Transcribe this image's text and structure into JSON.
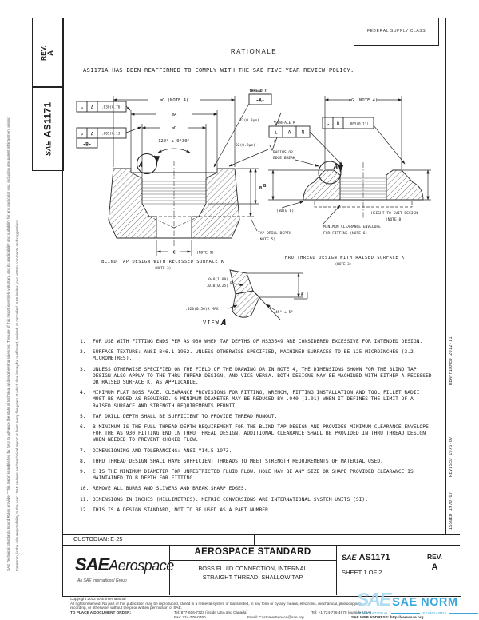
{
  "doc": {
    "federal_supply_class": "FEDERAL SUPPLY CLASS",
    "rationale_title": "RATIONALE",
    "rationale_text": "AS1171A HAS BEEN REAFFIRMED TO COMPLY WITH THE SAE FIVE-YEAR REVIEW POLICY."
  },
  "sidebar": {
    "rev_label": "REV.",
    "rev_value": "A",
    "sae_logo": "SAE",
    "doc_number": "AS1171"
  },
  "margins": {
    "left_line1": "SAE Technical Standards Board Rules provide: \"This report is published by SAE to advance the state of technical and engineering sciences. The use of this report is entirely voluntary, and its applicability and suitability for any particular use, including any patent infringement arising",
    "left_line2": "therefrom, is the sole responsibility of the user.\"  SAE reviews each technical report at least every five years at which time it may be reaffirmed, revised, or cancelled. SAE invites your written comments and suggestions.",
    "stamp_reaffirmed": "REAFFIRMED 2012-11",
    "stamp_revised": "REVISED 1976-07",
    "stamp_issued": "ISSUED 1970-07"
  },
  "drawing": {
    "thread_t": "THREAD T",
    "datum_a_flag": "-A-",
    "finish1": "32(0.8μm)",
    "finish1_sym": "⊥",
    "finish2": "32(0.8μm)",
    "finish2_sym": "C",
    "surface_k": "SURFACE K",
    "fcf_sym": "⊥",
    "fcf_d1": "A",
    "fcf_d2": "N",
    "radius1": "RADIUS OR",
    "radius2": "EDGE BREAK",
    "left": {
      "dim_g": "øG (NOTE 4)",
      "dim_a": "øA",
      "dim_d": "øD",
      "angle": "120° ± 0°30'",
      "datum1_sym": "↗",
      "datum1_ref": "A",
      "datum1_val": ".030(0.76)",
      "datum2_sym": "↗",
      "datum2_ref": "A",
      "datum2_val": ".005(0.13)",
      "datum_b": "-B-",
      "detail": "A",
      "dim_b": "B",
      "dim_c": "C",
      "c_note": "(NOTE 9)",
      "tap1": "TAP DRILL DEPTH",
      "tap2": "(NOTE 5)",
      "title": "BLIND TAP DESIGN WITH RECESSED SURFACE K",
      "note": "(NOTE 3)"
    },
    "right": {
      "dim_g": "øG (NOTE 4)",
      "runout_sym": "↗",
      "runout_ref": "B",
      "runout_val": ".005(0.13)",
      "detail": "A",
      "dim_b": "B",
      "note6": "(NOTE 6)",
      "height1": "HEIGHT TO SUIT DESIGN",
      "height2": "(NOTE 8)",
      "clear1": "MINIMUM CLEARANCE ENVELOPE",
      "clear2": "FOR FITTING (NOTE 6)",
      "title": "THRU THREAD DESIGN WITH RAISED SURFACE K",
      "note": "(NOTE 3)"
    },
    "view": {
      "v1": ".040(1.00)",
      "v2": ".010(0.25)",
      "r": "R",
      "rmax": ".020(0.50)R MAX",
      "angle": "45° ± 5°",
      "e": "E",
      "view": "VIEW",
      "a": "A"
    }
  },
  "notes": [
    {
      "num": "1.",
      "text": "FOR USE WITH FITTING ENDS PER AS 930 WHEN TAP DEPTHS OF MS33649 ARE CONSIDERED EXCESSIVE FOR INTENDED DESIGN."
    },
    {
      "num": "2.",
      "text": "SURFACE TEXTURE:  ANSI B46.1-1962.  UNLESS OTHERWISE SPECIFIED, MACHINED SURFACES TO BE 125 MICROINCHES (3.2 MICROMETRES)."
    },
    {
      "num": "3.",
      "text": "UNLESS OTHERWISE SPECIFIED ON THE FIELD OF THE DRAWING OR IN NOTE 4, THE DIMENSIONS SHOWN FOR THE BLIND TAP DESIGN ALSO APPLY TO THE THRU THREAD DESIGN, AND VICE VERSA.  BOTH DESIGNS MAY BE MACHINED WITH EITHER A RECESSED OR RAISED SURFACE K, AS APPLICABLE."
    },
    {
      "num": "4.",
      "text": "MINIMUM FLAT BOSS FACE.  CLEARANCE PROVISIONS FOR FITTING, WRENCH, FITTING INSTALLATION AND TOOL FILLET RADII MUST BE ADDED AS REQUIRED.  G MINIMUM DIAMETER MAY BE REDUCED BY .040 (1.01) WHEN IT DEFINES THE LIMIT OF A RAISED SURFACE AND STRENGTH REQUIREMENTS PERMIT."
    },
    {
      "num": "5.",
      "text": "TAP DRILL DEPTH SHALL BE SUFFICIENT TO PROVIDE THREAD RUNOUT."
    },
    {
      "num": "6.",
      "text": "B MINIMUM IS THE FULL THREAD DEPTH REQUIREMENT FOR THE BLIND TAP DESIGN AND PROVIDES MINIMUM CLEARANCE ENVELOPE FOR THE AS 930 FITTING END IN THRU THREAD DESIGN.  ADDITIONAL CLEARANCE SHALL BE PROVIDED IN THRU THREAD DESIGN WHEN NEEDED TO PREVENT CHOKED FLOW."
    },
    {
      "num": "7.",
      "text": "DIMENSIONING AND TOLERANCING:  ANSI Y14.5-1973."
    },
    {
      "num": "8.",
      "text": "THRU THREAD DESIGN SHALL HAVE SUFFICIENT THREADS TO MEET STRENGTH REQUIREMENTS OF MATERIAL USED."
    },
    {
      "num": "9.",
      "text": "C IS THE MINIMUM DIAMETER FOR UNRESTRICTED FLUID FLOW.  HOLE MAY BE ANY SIZE OR SHAPE PROVIDED CLEARANCE IS MAINTAINED TO B DEPTH FOR FITTING."
    },
    {
      "num": "10.",
      "text": "REMOVE ALL BURRS AND SLIVERS AND BREAK SHARP EDGES."
    },
    {
      "num": "11.",
      "text": "DIMENSIONS IN INCHES (MILLIMETRES).  METRIC CONVERSIONS ARE INTERNATIONAL SYSTEM UNITS (SI)."
    },
    {
      "num": "12.",
      "text": "THIS IS A DESIGN STANDARD, NOT TO BE USED AS A PART NUMBER."
    }
  ],
  "custodian": "CUSTODIAN:  E-25",
  "title_block": {
    "header": "AEROSPACE STANDARD",
    "logo_sae": "SAE",
    "logo_aerospace": "Aerospace",
    "logo_sub": "An SAE International Group",
    "title_line1": "BOSS FLUID CONNECTION, INTERNAL",
    "title_line2": "STRAIGHT THREAD, SHALLOW TAP",
    "doc_sae": "SAE",
    "doc_number": "AS1171",
    "sheet": "SHEET 1 OF 2",
    "rev_label": "REV.",
    "rev_value": "A"
  },
  "footer": {
    "copyright": "Copyright 2012 SAE International",
    "rights_line1": "All rights reserved. No part of this publication may be reproduced, stored in a retrieval system or transmitted, in any form or by any means, electronic, mechanical, photocopying,",
    "rights_line2": "recording, or otherwise, without the prior written permission of SAE.",
    "order_label": "TO PLACE A DOCUMENT ORDER:",
    "tel_inside": "Tel:  877-606-7323 (inside USA and Canada)",
    "tel_outside": "Tel:  +1 724-776-4970 (outside USA)",
    "fax": "Fax:  724-776-0790",
    "email": "Email: CustomerService@sae.org",
    "web": "SAE WEB ADDRESS: http://www.sae.org"
  },
  "watermark": {
    "logo": "SAE",
    "text": "SAE NORM",
    "sub_left": "INTERNATIONAL",
    "sub_right": "STANDARDS",
    "accent_color": "#2aa0d8"
  }
}
